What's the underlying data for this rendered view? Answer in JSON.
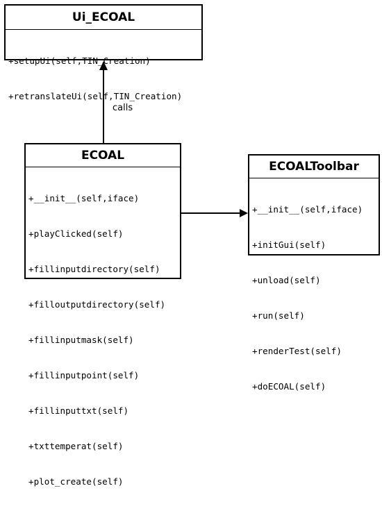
{
  "classes": {
    "ui_ecoal": {
      "name": "Ui_ECOAL",
      "methods": [
        "+setupUi(self,TIN_Creation)",
        "+retranslateUi(self,TIN_Creation)"
      ]
    },
    "ecoal": {
      "name": "ECOAL",
      "methods": [
        "+__init__(self,iface)",
        "+playClicked(self)",
        "+fillinputdirectory(self)",
        "+filloutputdirectory(self)",
        "+fillinputmask(self)",
        "+fillinputpoint(self)",
        "+fillinputtxt(self)",
        "+txttemperat(self)",
        "+plot_create(self)"
      ]
    },
    "ecoal_toolbar": {
      "name": "ECOALToolbar",
      "methods": [
        "+__init__(self,iface)",
        "+initGui(self)",
        "+unload(self)",
        "+run(self)",
        "+renderTest(self)",
        "+doECOAL(self)"
      ]
    }
  },
  "relations": [
    {
      "from": "ECOAL",
      "to": "Ui_ECOAL",
      "label": "calls"
    },
    {
      "from": "ECOAL",
      "to": "ECOALToolbar",
      "label": ""
    }
  ]
}
